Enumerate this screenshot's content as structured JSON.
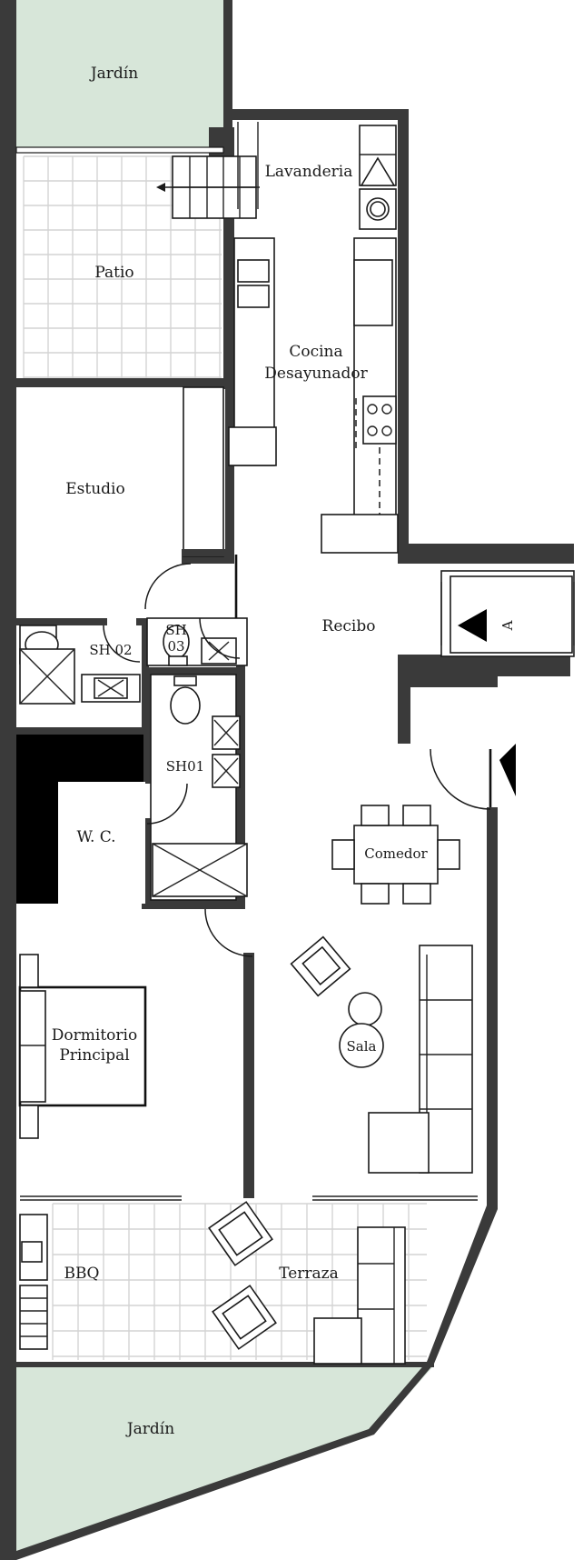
{
  "rooms": {
    "garden_top": "Jardín",
    "laundry": "Lavanderia",
    "patio": "Patio",
    "kitchen_line1": "Cocina",
    "kitchen_line2": "Desayunador",
    "study": "Estudio",
    "hall": "Recibo",
    "bath_sh02": "SH 02",
    "bath_sh03_line1": "SH",
    "bath_sh03_line2": "03",
    "bath_sh01": "SH01",
    "closet": "W. C.",
    "dining": "Comedor",
    "bedroom_line1": "Dormitorio",
    "bedroom_line2": "Principal",
    "living": "Sala",
    "bbq": "BBQ",
    "terrace": "Terraza",
    "garden_bottom": "Jardín"
  },
  "elevator_label": "A",
  "colors": {
    "wall": "#3a3a3a",
    "garden": "#d7e6d9",
    "tile_grid": "#d4d4d4",
    "line": "#1a1a1a"
  }
}
